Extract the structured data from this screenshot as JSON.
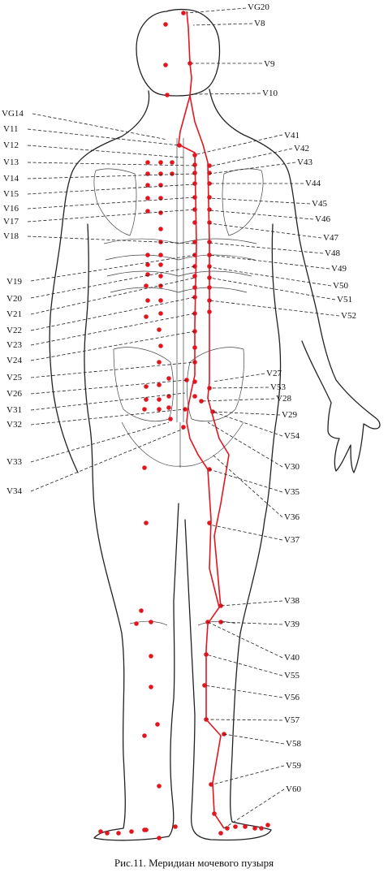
{
  "caption": "Рис.11. Меридиан мочевого пузыря",
  "colors": {
    "meridian": "#e3161f",
    "outline": "#222222",
    "text": "#111111"
  },
  "labels_right": [
    "VG20",
    "V8",
    "V9",
    "V10",
    "V41",
    "V42",
    "V43",
    "V44",
    "V45",
    "V46",
    "V47",
    "V48",
    "V49",
    "V50",
    "V51",
    "V52",
    "V27",
    "V53",
    "V28",
    "V29",
    "V54",
    "V30",
    "V35",
    "V36",
    "V37",
    "V38",
    "V39",
    "V40",
    "V55",
    "V56",
    "V57",
    "V58",
    "V59",
    "V60"
  ],
  "labels_left": [
    "VG14",
    "V11",
    "V12",
    "V13",
    "V14",
    "V15",
    "V16",
    "V17",
    "V18",
    "V19",
    "V20",
    "V21",
    "V22",
    "V23",
    "V24",
    "V25",
    "V26",
    "V31",
    "V32",
    "V33",
    "V34"
  ]
}
